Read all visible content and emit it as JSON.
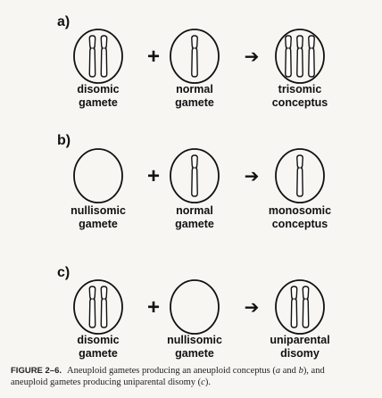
{
  "panels": [
    {
      "label": "a)",
      "items": [
        {
          "line1": "disomic",
          "line2": "gamete",
          "chromosomes": 2
        },
        {
          "line1": "normal",
          "line2": "gamete",
          "chromosomes": 1
        },
        {
          "line1": "trisomic",
          "line2": "conceptus",
          "chromosomes": 3
        }
      ]
    },
    {
      "label": "b)",
      "items": [
        {
          "line1": "nullisomic",
          "line2": "gamete",
          "chromosomes": 0
        },
        {
          "line1": "normal",
          "line2": "gamete",
          "chromosomes": 1
        },
        {
          "line1": "monosomic",
          "line2": "conceptus",
          "chromosomes": 1
        }
      ]
    },
    {
      "label": "c)",
      "items": [
        {
          "line1": "disomic",
          "line2": "gamete",
          "chromosomes": 2
        },
        {
          "line1": "nullisomic",
          "line2": "gamete",
          "chromosomes": 0
        },
        {
          "line1": "uniparental",
          "line2": "disomy",
          "chromosomes": 2
        }
      ]
    }
  ],
  "plus_symbol": "+",
  "arrow_symbol": "➔",
  "caption": {
    "figure_label": "FIGURE 2–6.",
    "line1_main": "Aneuploid gametes producing an aneuploid conceptus (",
    "line1_a": "a",
    "line1_and": " and ",
    "line1_b": "b",
    "line1_end": "), and",
    "line2_main": "aneuploid gametes producing uniparental disomy (",
    "line2_c": "c",
    "line2_end": ")."
  }
}
